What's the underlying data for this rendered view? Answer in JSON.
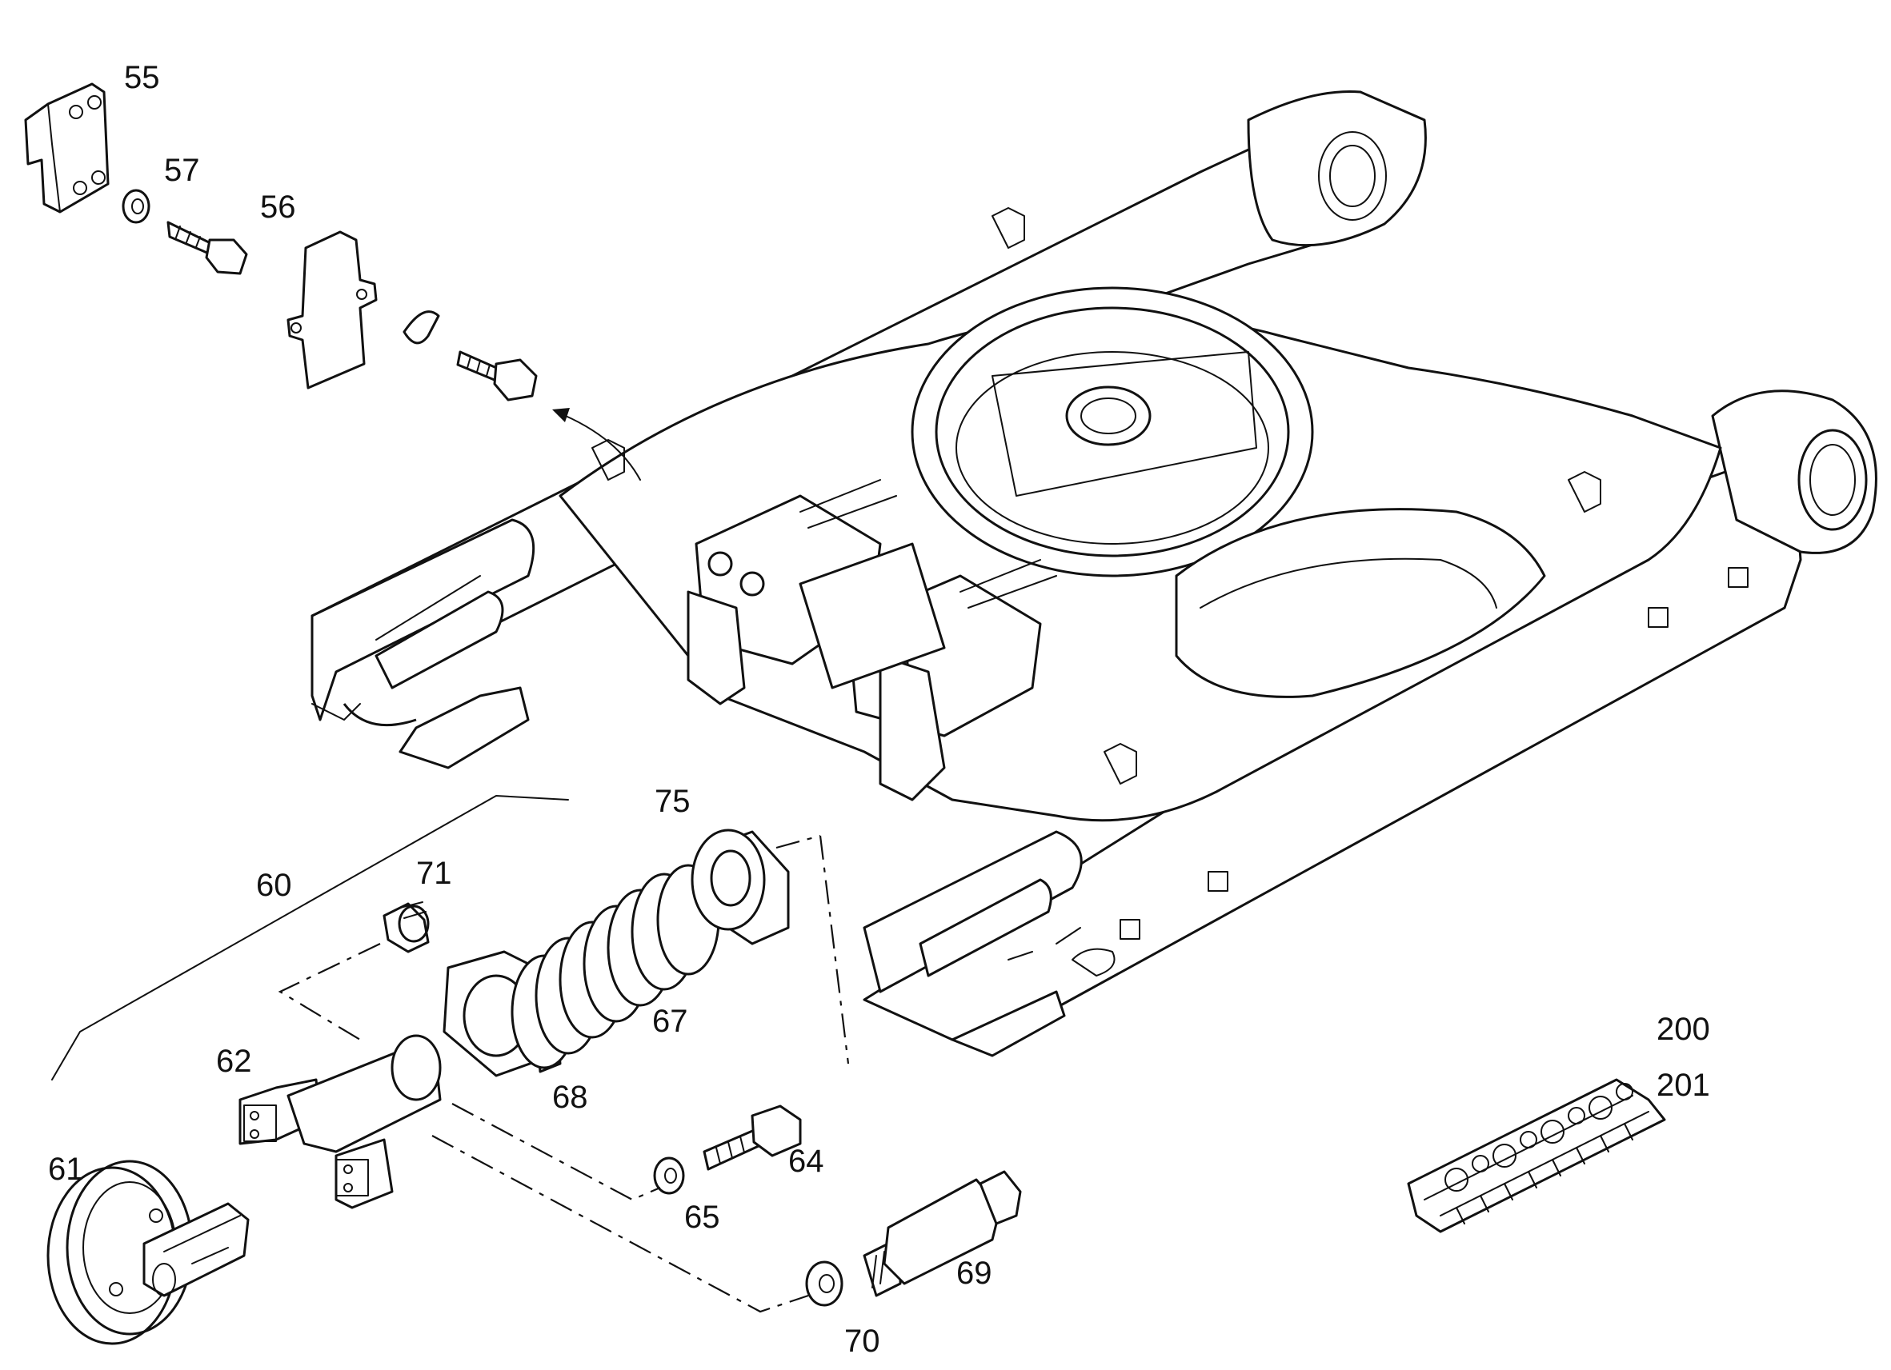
{
  "callouts": {
    "c55": "55",
    "c57": "57",
    "c56": "56",
    "c75": "75",
    "c71": "71",
    "c60": "60",
    "c67": "67",
    "c62": "62",
    "c68": "68",
    "c64": "64",
    "c61": "61",
    "c65": "65",
    "c69": "69",
    "c70": "70",
    "c200": "200",
    "c201": "201"
  }
}
